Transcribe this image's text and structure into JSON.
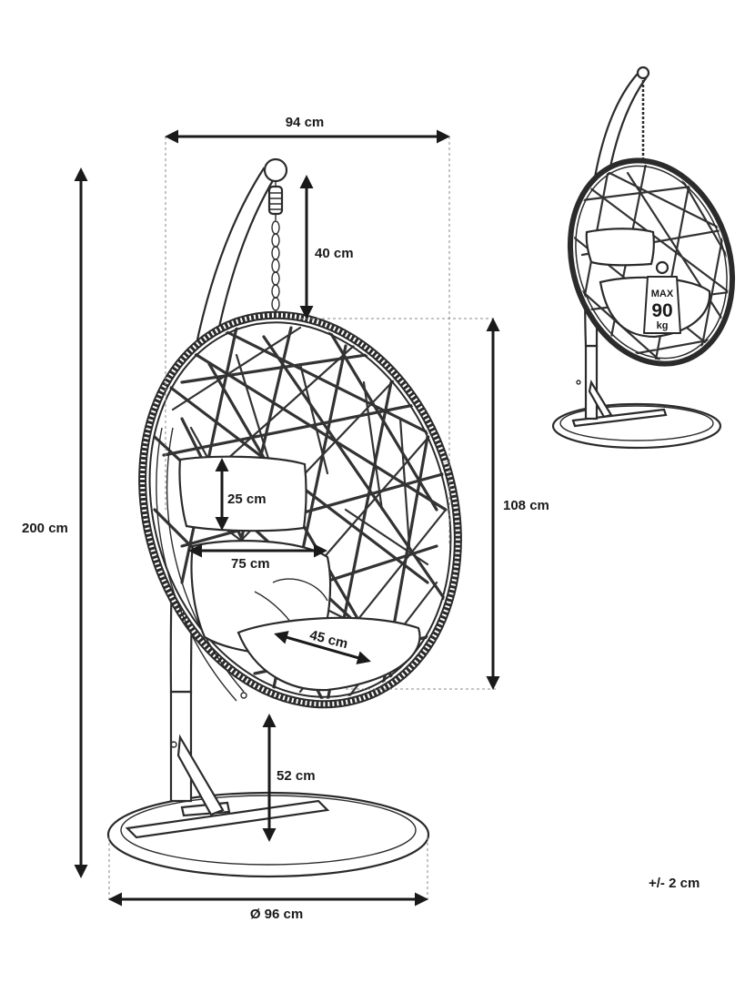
{
  "dimensions": {
    "top_width": "94 cm",
    "chain_length": "40 cm",
    "total_height": "200 cm",
    "seat_height": "108 cm",
    "cushion_height": "25 cm",
    "cushion_width": "75 cm",
    "seat_depth": "45 cm",
    "ground_clearance": "52 cm",
    "base_diameter": "Ø 96 cm"
  },
  "tolerance": "+/- 2 cm",
  "max_load": {
    "max_label": "MAX",
    "value": "90",
    "unit": "kg"
  },
  "colors": {
    "line": "#1a1a1a",
    "fill": "#ffffff"
  }
}
